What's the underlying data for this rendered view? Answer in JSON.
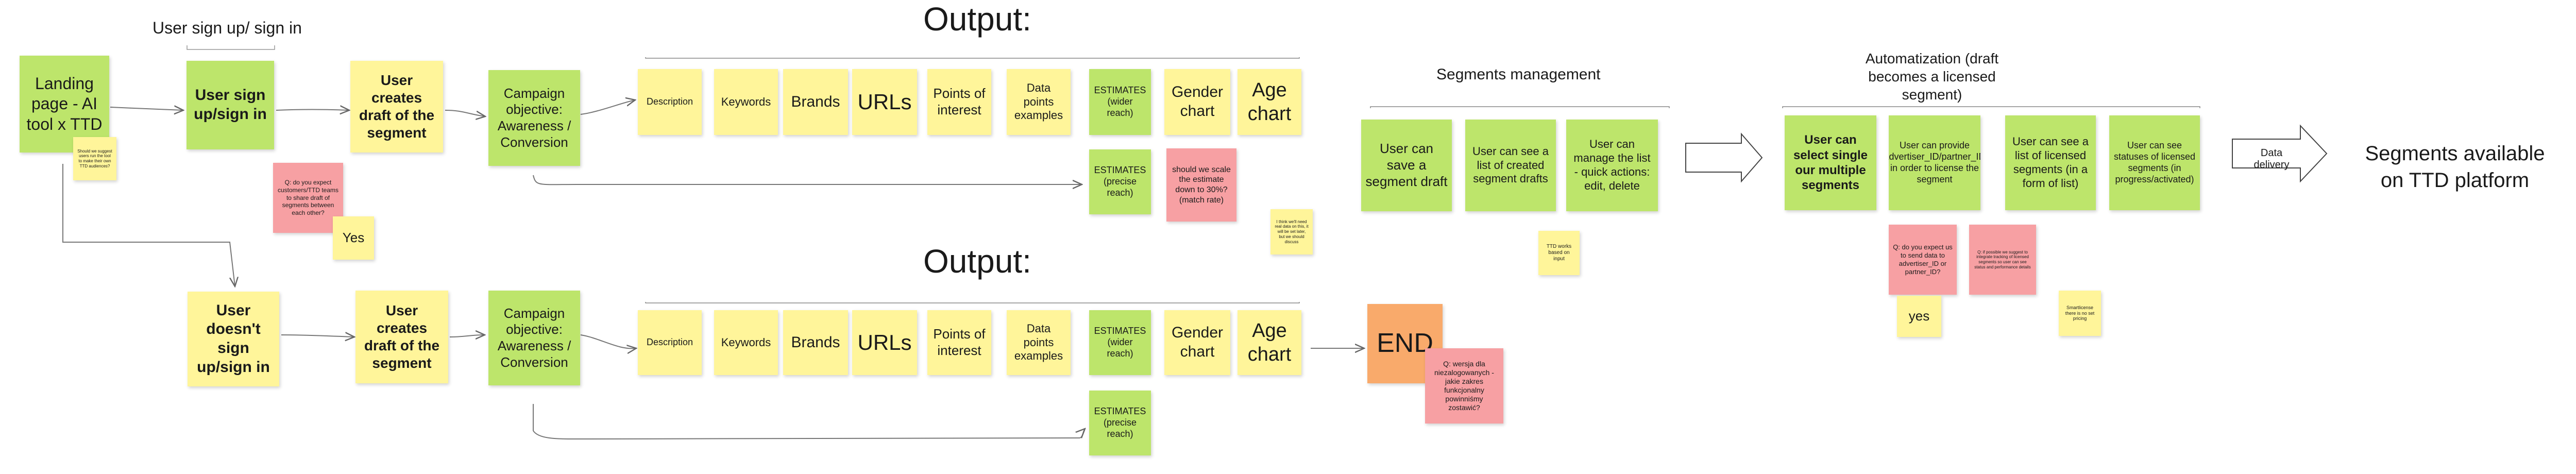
{
  "headings": {
    "signup_title": "User sign up/ sign in",
    "output_1": "Output:",
    "output_2": "Output:",
    "segments_mgmt": "Segments management",
    "automatization": "Automatization (draft becomes a licensed segment)",
    "available": "Segments available on TTD platform"
  },
  "flow_top": {
    "landing": "Landing page - AI tool x TTD",
    "landing_comment": "Should we suggest users run the tool to make their own TTD audiences?",
    "signup": "User sign up/sign in",
    "creates_draft": "User creates draft of the segment",
    "campaign": "Campaign objective: Awareness / Conversion",
    "question_1": "Q: do you expect customers/TTD teams to share draft of segments between each other?",
    "answer_yes": "Yes",
    "description": "Description",
    "keywords": "Keywords",
    "brands": "Brands",
    "urls": "URLs",
    "poi": "Points of interest",
    "data_points": "Data points examples",
    "estimates_wider": "ESTIMATES (wider reach)",
    "gender": "Gender chart",
    "age": "Age chart",
    "estimates_precise": "ESTIMATES (precise reach)",
    "scale_note": "should we scale the estimate down to 30%? (match rate)",
    "scale_reply": "I think we'll need real data on this, it will be set later, but we should discuss"
  },
  "flow_bottom": {
    "no_signup": "User doesn't sign up/sign in",
    "creates_draft": "User creates draft of the segment",
    "campaign": "Campaign objective: Awareness / Conversion",
    "description": "Description",
    "keywords": "Keywords",
    "brands": "Brands",
    "urls": "URLs",
    "poi": "Points of interest",
    "data_points": "Data points examples",
    "estimates_wider": "ESTIMATES (wider reach)",
    "gender": "Gender chart",
    "age": "Age chart",
    "estimates_precise": "ESTIMATES (precise reach)",
    "end": "END",
    "end_question": "Q: wersja dla niezalogowanych - jakie zakres funkcjonalny powinniśmy zostawić?"
  },
  "segments": {
    "save": "User can save a segment draft",
    "list": "User can see a list of created segment drafts",
    "manage": "User can manage the list - quick actions: edit, delete",
    "ttd_note": "TTD works based on input"
  },
  "automation": {
    "select": "User can select single our multiple segments",
    "provide": "User can provide advertiser_ID/partner_ID in order to license the segment",
    "licensed": "User can see a list of licensed segments (in a form of list)",
    "statuses": "User can see statuses of licensed segments (in progress/activated)",
    "q_send": "Q: do you expect us to send data to advertiser_ID or partner_ID?",
    "answer_yes": "yes",
    "q_note": "Q: if possible we suggest to integrate tracking of licensed segments so user can see status and performance details",
    "small_note": "Smartlicense there is no set pricing",
    "data_delivery": "Data delivery"
  }
}
